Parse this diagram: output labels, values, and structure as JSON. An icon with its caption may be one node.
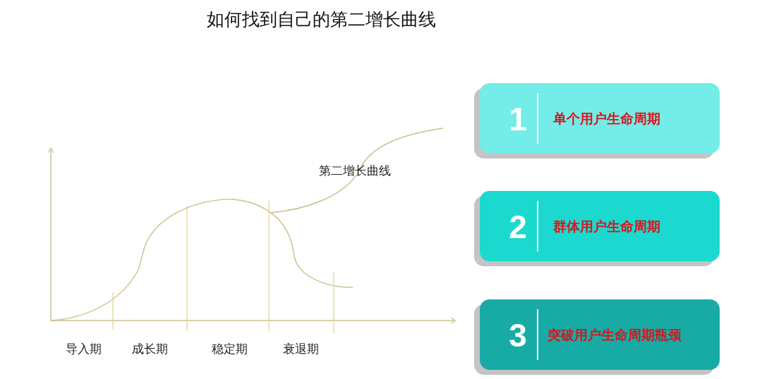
{
  "diagram": {
    "title": "如何找到自己的第二增长曲线",
    "nodes": [
      {
        "text": [
          "1",
          "单个用户生命周期"
        ]
      },
      {
        "text": [
          "2",
          "群体用户生命周期"
        ]
      },
      {
        "text": [
          "3",
          "突破用户生命周期瓶颈"
        ]
      }
    ],
    "labels": [
      "第二增长曲线",
      "导入期",
      "成长期",
      "稳定期",
      "衰退期"
    ]
  }
}
